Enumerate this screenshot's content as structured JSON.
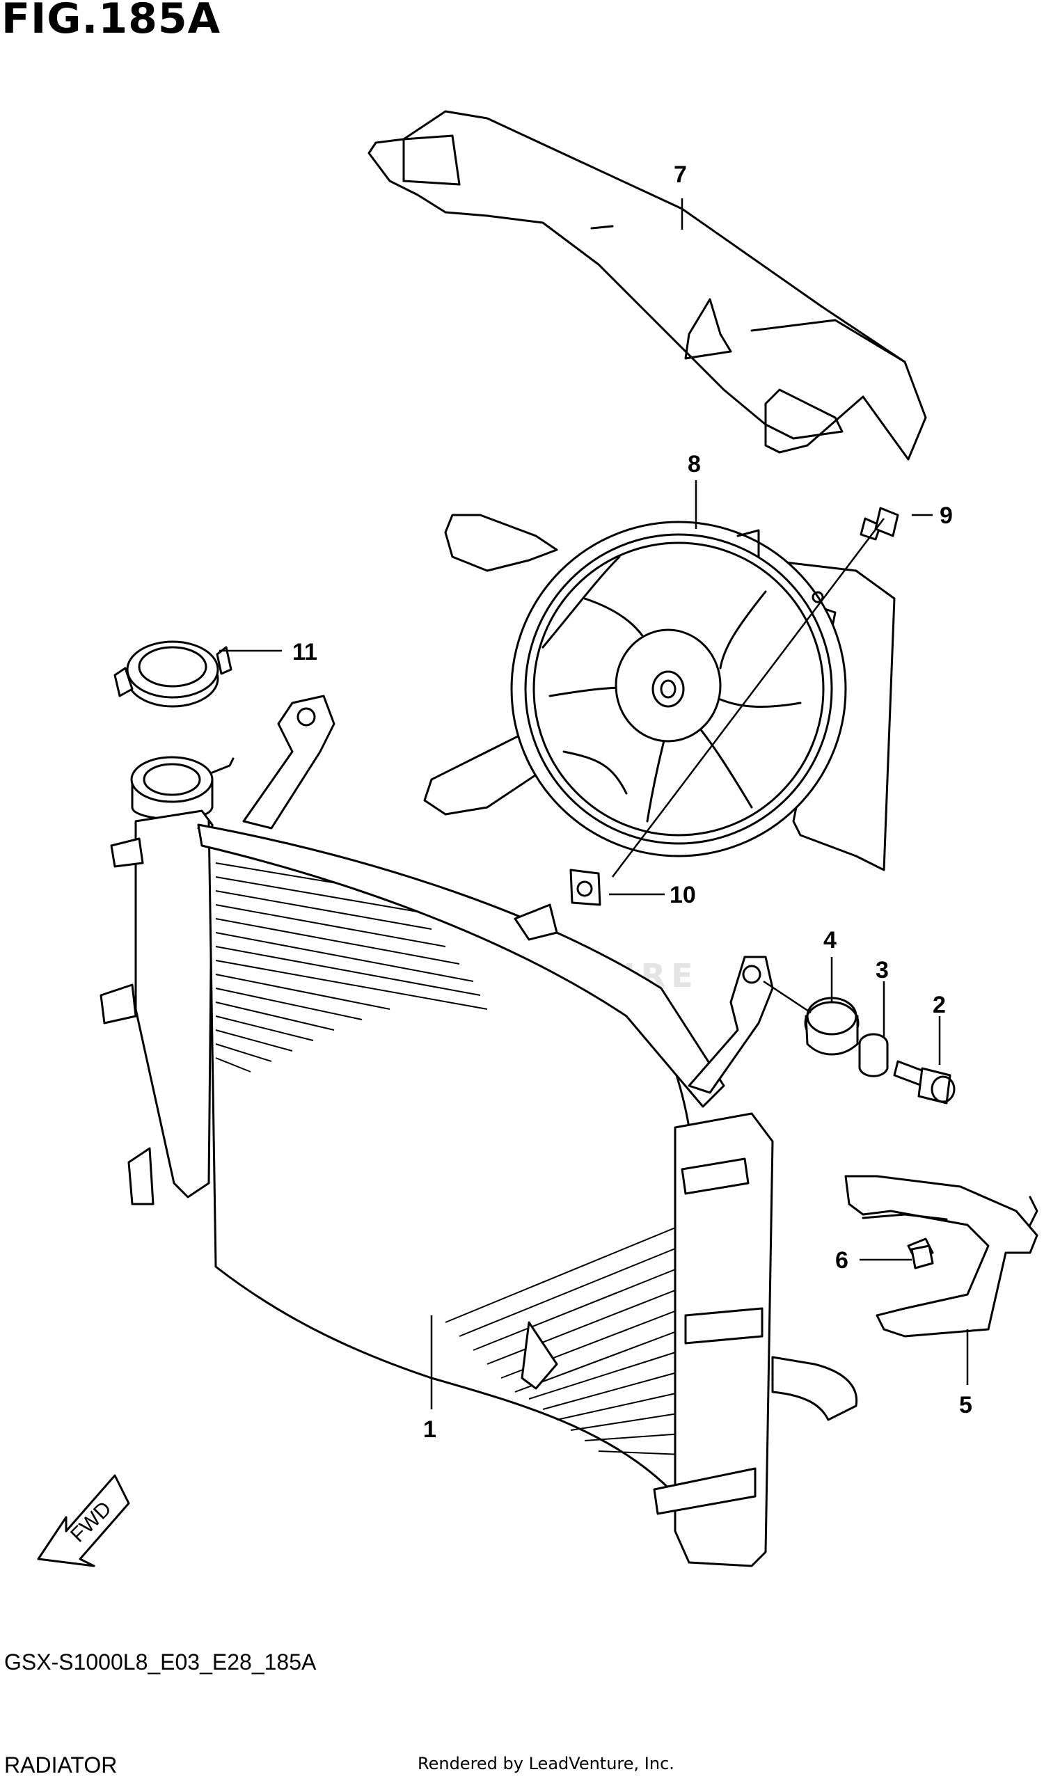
{
  "figure": {
    "title": "FIG.185A",
    "code": "GSX-S1000L8_E03_E28_185A",
    "name": "RADIATOR",
    "rendered_by": "Rendered by LeadVenture, Inc.",
    "watermark": "LEADVENTURE",
    "fwd_label": "FWD"
  },
  "callouts": [
    {
      "id": "1",
      "part": "radiator-core"
    },
    {
      "id": "2",
      "part": "bolt"
    },
    {
      "id": "3",
      "part": "collar"
    },
    {
      "id": "4",
      "part": "cushion"
    },
    {
      "id": "5",
      "part": "bracket"
    },
    {
      "id": "6",
      "part": "bolt"
    },
    {
      "id": "7",
      "part": "cover"
    },
    {
      "id": "8",
      "part": "fan-assembly"
    },
    {
      "id": "9",
      "part": "bolt"
    },
    {
      "id": "10",
      "part": "nut"
    },
    {
      "id": "11",
      "part": "radiator-cap"
    }
  ]
}
